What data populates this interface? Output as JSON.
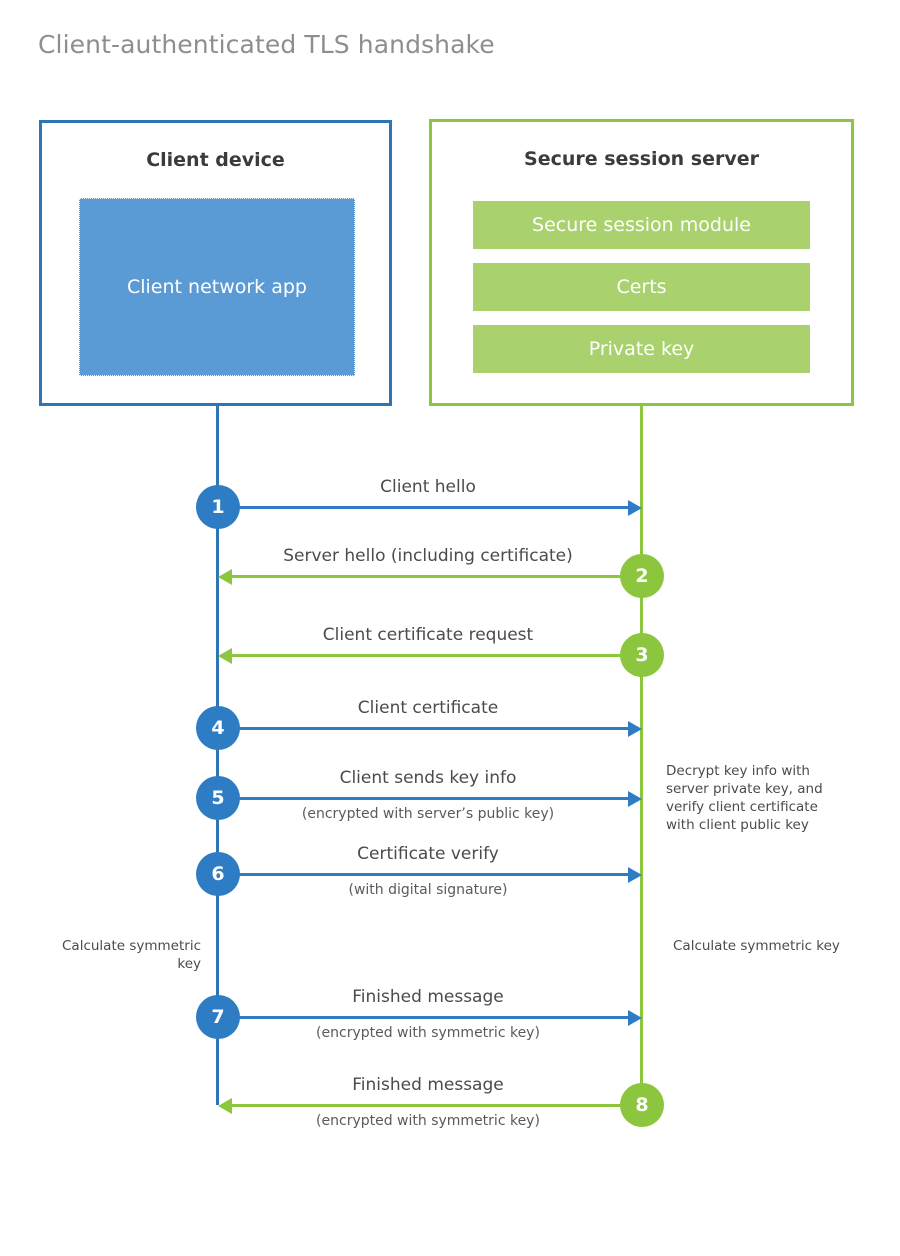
{
  "title": "Client-authenticated TLS handshake",
  "colors": {
    "client_border": "#2e75b6",
    "client_fill": "#5b9bd5",
    "server_border": "#8cc63f",
    "server_fill": "#a9d26e",
    "client_accent": "#2e7cc4",
    "server_accent": "#8cc63f",
    "title_text": "#8e8e8e",
    "body_text": "#4b4b4b"
  },
  "actors": {
    "client": {
      "title": "Client device",
      "app_label": "Client network app"
    },
    "server": {
      "title": "Secure session server",
      "modules": [
        "Secure session module",
        "Certs",
        "Private key"
      ]
    }
  },
  "steps": [
    {
      "number": "1",
      "label": "Client hello",
      "sublabel": "",
      "direction": "right",
      "color": "client"
    },
    {
      "number": "2",
      "label": "Server hello (including certificate)",
      "sublabel": "",
      "direction": "left",
      "color": "server"
    },
    {
      "number": "3",
      "label": "Client certificate request",
      "sublabel": "",
      "direction": "left",
      "color": "server"
    },
    {
      "number": "4",
      "label": "Client certificate",
      "sublabel": "",
      "direction": "right",
      "color": "client"
    },
    {
      "number": "5",
      "label": "Client sends key info",
      "sublabel": "(encrypted with server’s public key)",
      "direction": "right",
      "color": "client"
    },
    {
      "number": "6",
      "label": "Certificate verify",
      "sublabel": "(with digital signature)",
      "direction": "right",
      "color": "client"
    },
    {
      "number": "7",
      "label": "Finished message",
      "sublabel": "(encrypted with symmetric key)",
      "direction": "right",
      "color": "client"
    },
    {
      "number": "8",
      "label": "Finished message",
      "sublabel": "(encrypted with symmetric key)",
      "direction": "left",
      "color": "server"
    }
  ],
  "notes": {
    "decrypt": "Decrypt key info with server private key, and verify client certificate with client public key",
    "client_calculate": "Calculate symmetric key",
    "server_calculate": "Calculate symmetric key"
  }
}
